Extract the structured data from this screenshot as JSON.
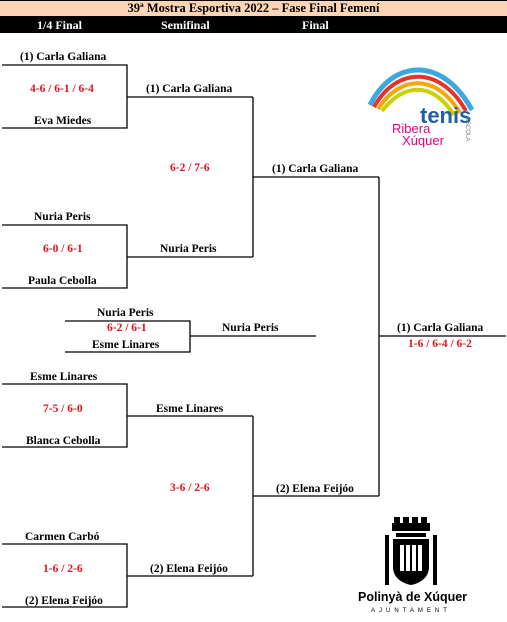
{
  "title": "39ª Mostra Esportiva 2022 –  Fase Final Femení",
  "rounds": [
    "1/4 Final",
    "Semifinal",
    "Final"
  ],
  "quarterfinals": [
    {
      "player1": "(1) Carla Galiana",
      "score": "4-6 / 6-1 / 6-4",
      "player2": "Eva Miedes"
    },
    {
      "player1": "Nuria Peris",
      "score": "6-0 / 6-1",
      "player2": "Paula Cebolla"
    },
    {
      "player1": "Nuria Peris",
      "score": "6-2 / 6-1",
      "player2": "Esme Linares"
    },
    {
      "player1": "Esme Linares",
      "score": "7-5 / 6-0",
      "player2": "Blanca Cebolla"
    },
    {
      "player1": "Carmen Carbó",
      "score": "1-6 / 2-6",
      "player2": "(2) Elena Feijóo"
    }
  ],
  "semifinals": [
    {
      "player1": "(1) Carla Galiana",
      "score": "6-2 / 7-6",
      "player2": "Nuria Peris"
    },
    {
      "winner_side": "Nuria Peris"
    },
    {
      "player1": "Esme Linares",
      "score": "3-6 / 2-6",
      "player2": "(2) Elena Feijóo"
    }
  ],
  "final": {
    "player1": "(1) Carla Galiana",
    "player2": "(2) Elena Feijóo"
  },
  "champion": {
    "name": "(1) Carla Galiana",
    "score": "1-6 / 6-4 / 6-2"
  },
  "logos": {
    "tenis": {
      "word1": "tenis",
      "word2": "Ribera",
      "word3": "Xúquer",
      "word4": "ESCOLA"
    },
    "ajuntament": {
      "name": "Polinyà de Xúquer",
      "subtitle": "AJUNTAMENT"
    }
  },
  "colors": {
    "title_bg": "#fbd5b5",
    "score": "#e0141e",
    "header_bg": "#000000"
  }
}
